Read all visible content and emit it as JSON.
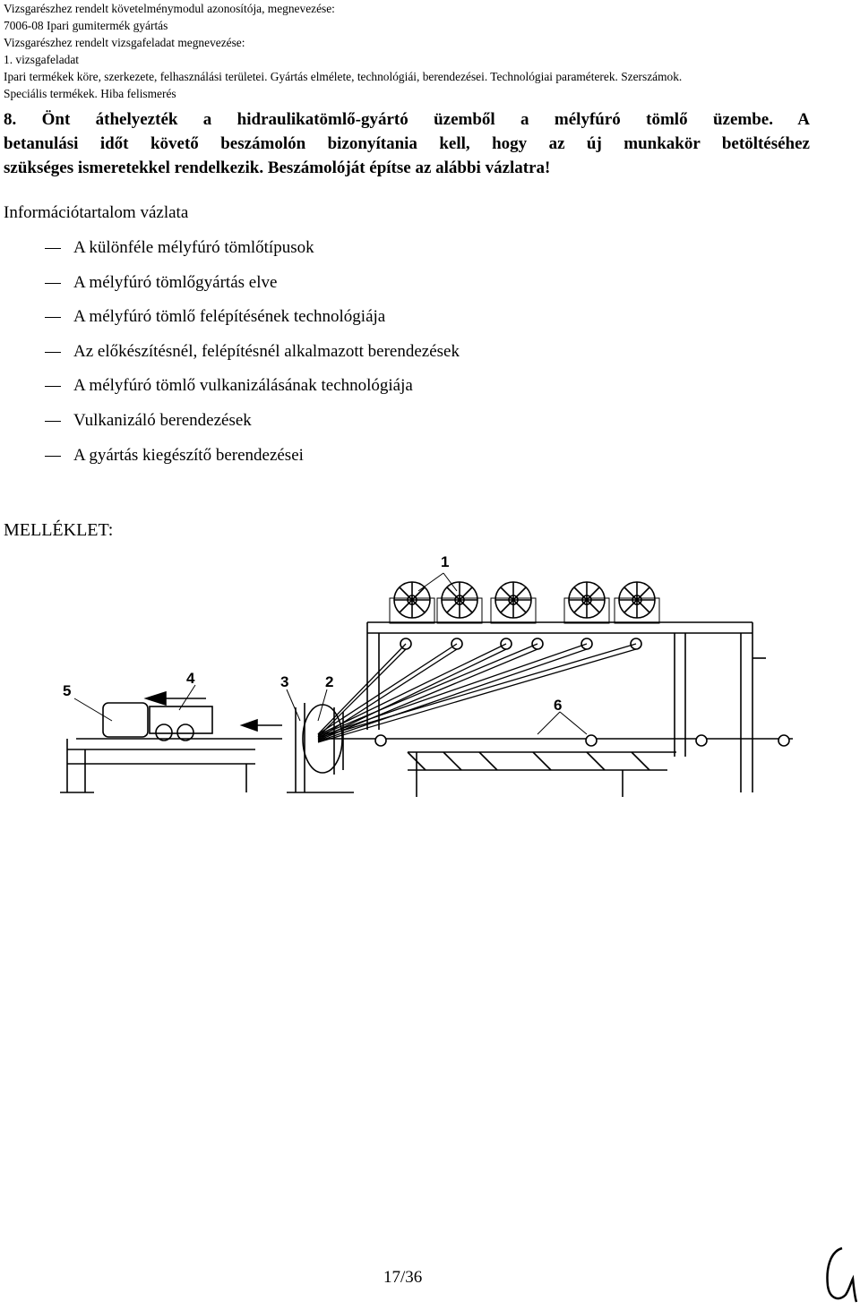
{
  "header": {
    "lines": [
      "Vizsgarészhez rendelt követelménymodul azonosítója, megnevezése:",
      "7006-08 Ipari gumitermék gyártás",
      "Vizsgarészhez rendelt vizsgafeladat megnevezése:",
      "1. vizsgafeladat",
      "Ipari termékek köre, szerkezete, felhasználási területei. Gyártás elmélete, technológiái, berendezései. Technológiai paraméterek. Szerszámok.",
      "Speciális termékek. Hiba felismerés"
    ]
  },
  "task": {
    "lines": [
      "8.   Önt áthelyezték a hidraulikatömlő-gyártó üzemből a mélyfúró tömlő üzembe. A",
      "betanulási időt követő beszámolón bizonyítania kell, hogy az új munkakör betöltéséhez",
      "szükséges ismeretekkel rendelkezik. Beszámolóját építse az alábbi vázlatra!"
    ]
  },
  "outline": {
    "title": "Információtartalom vázlata",
    "items": [
      "A különféle mélyfúró tömlőtípusok",
      "A mélyfúró tömlőgyártás elve",
      "A mélyfúró tömlő felépítésének technológiája",
      "Az előkészítésnél, felépítésnél alkalmazott berendezések",
      "A mélyfúró tömlő vulkanizálásának technológiája",
      "Vulkanizáló berendezések",
      "A gyártás kiegészítő berendezései"
    ]
  },
  "annex": {
    "label": "MELLÉKLET:"
  },
  "figure": {
    "callouts": [
      "1",
      "2",
      "3",
      "4",
      "5",
      "6"
    ]
  },
  "page": {
    "number": "17/36"
  }
}
